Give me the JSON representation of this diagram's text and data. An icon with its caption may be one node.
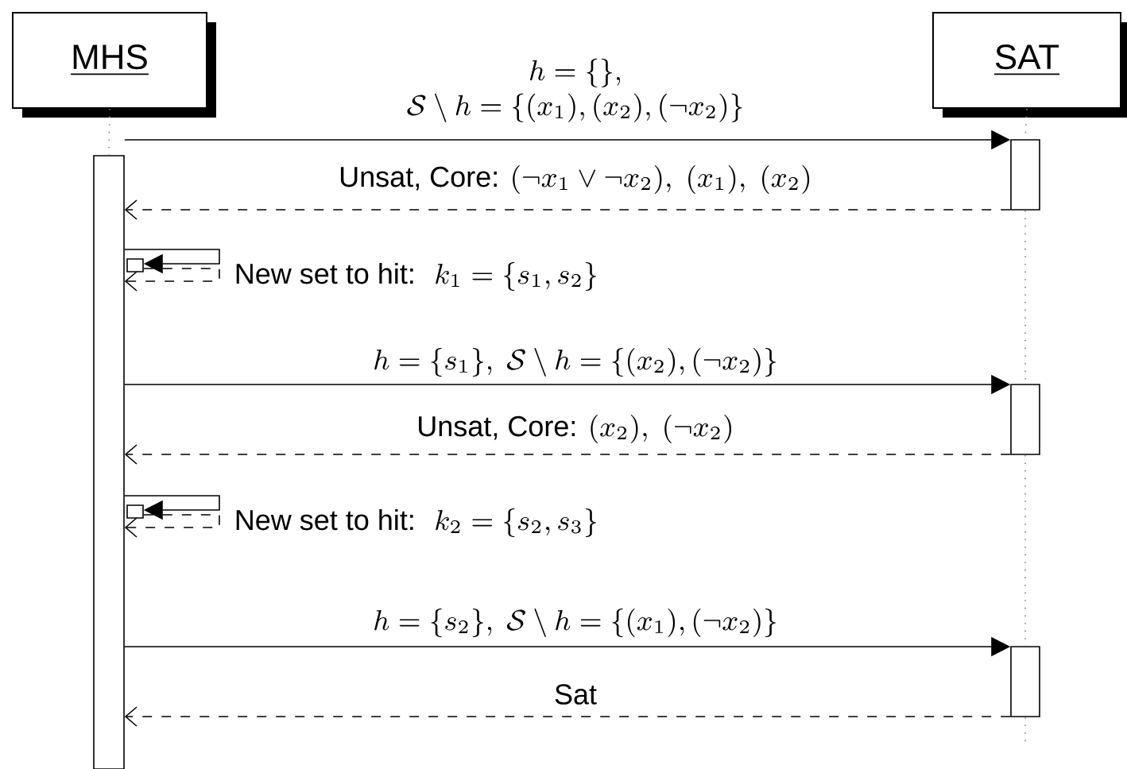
{
  "diagram": {
    "nodes": [
      {
        "text": [
          "MHS"
        ]
      },
      {
        "text": [
          "SAT"
        ]
      },
      {
        "text": [],
        "shape": "bar"
      },
      {
        "text": [],
        "shape": "bar"
      },
      {
        "text": [],
        "shape": "bar"
      },
      {
        "text": [],
        "shape": "bar"
      },
      {
        "text": [],
        "shape": "bar"
      },
      {
        "text": [],
        "shape": "bar"
      }
    ],
    "edges": [
      {
        "from": 2,
        "to": 3,
        "arrow": "to",
        "label": "\\begin{array}{c}h=\\{\\},\\\\ \\mathcal{S}\\setminus h=\\{(x_1),(x_2),(\\neg x_2)\\}\\end{array}"
      },
      {
        "from": 3,
        "to": 2,
        "arrow": "to",
        "style": "dashed",
        "label": "\\text{Unsat, Core: }(\\neg x_1\\vee\\neg x_2),\\ (x_1),\\ (x_2)"
      },
      {
        "from": 2,
        "to": 4,
        "arrow": "to",
        "label": "\\text{New set to hit: }\\ k_1=\\{s_1,s_2\\}"
      },
      {
        "from": 4,
        "to": 2,
        "arrow": "to",
        "style": "dashed"
      },
      {
        "from": 2,
        "to": 5,
        "arrow": "to",
        "label": "h=\\{s_1\\},\\ \\mathcal{S}\\setminus h=\\{(x_2),(\\neg x_2)\\}"
      },
      {
        "from": 5,
        "to": 2,
        "arrow": "to",
        "style": "dashed",
        "label": "\\text{Unsat, Core: }(x_2),\\ (\\neg x_2)"
      },
      {
        "from": 2,
        "to": 6,
        "arrow": "to",
        "label": "\\text{New set to hit: }\\ k_2=\\{s_2,s_3\\}"
      },
      {
        "from": 6,
        "to": 2,
        "arrow": "to",
        "style": "dashed"
      },
      {
        "from": 2,
        "to": 7,
        "arrow": "to",
        "label": "h=\\{s_2\\},\\ \\mathcal{S}\\setminus h=\\{(x_1),(\\neg x_2)\\}"
      },
      {
        "from": 7,
        "to": 2,
        "arrow": "to",
        "style": "dashed",
        "label": "\\text{Sat}"
      },
      {
        "from": 0,
        "to": 2,
        "arrow": "none",
        "style": "dashed",
        "color": "#808080"
      },
      {
        "from": 1,
        "to": 3,
        "arrow": "none",
        "style": "dashed",
        "color": "#808080"
      },
      {
        "from": 3,
        "to": 5,
        "arrow": "none",
        "style": "dashed",
        "color": "#808080"
      },
      {
        "from": 5,
        "to": 7,
        "arrow": "none",
        "style": "dashed",
        "color": "#808080"
      },
      {
        "from": 7,
        "to": null,
        "arrow": "none",
        "style": "dashed",
        "color": "#808080"
      }
    ]
  }
}
